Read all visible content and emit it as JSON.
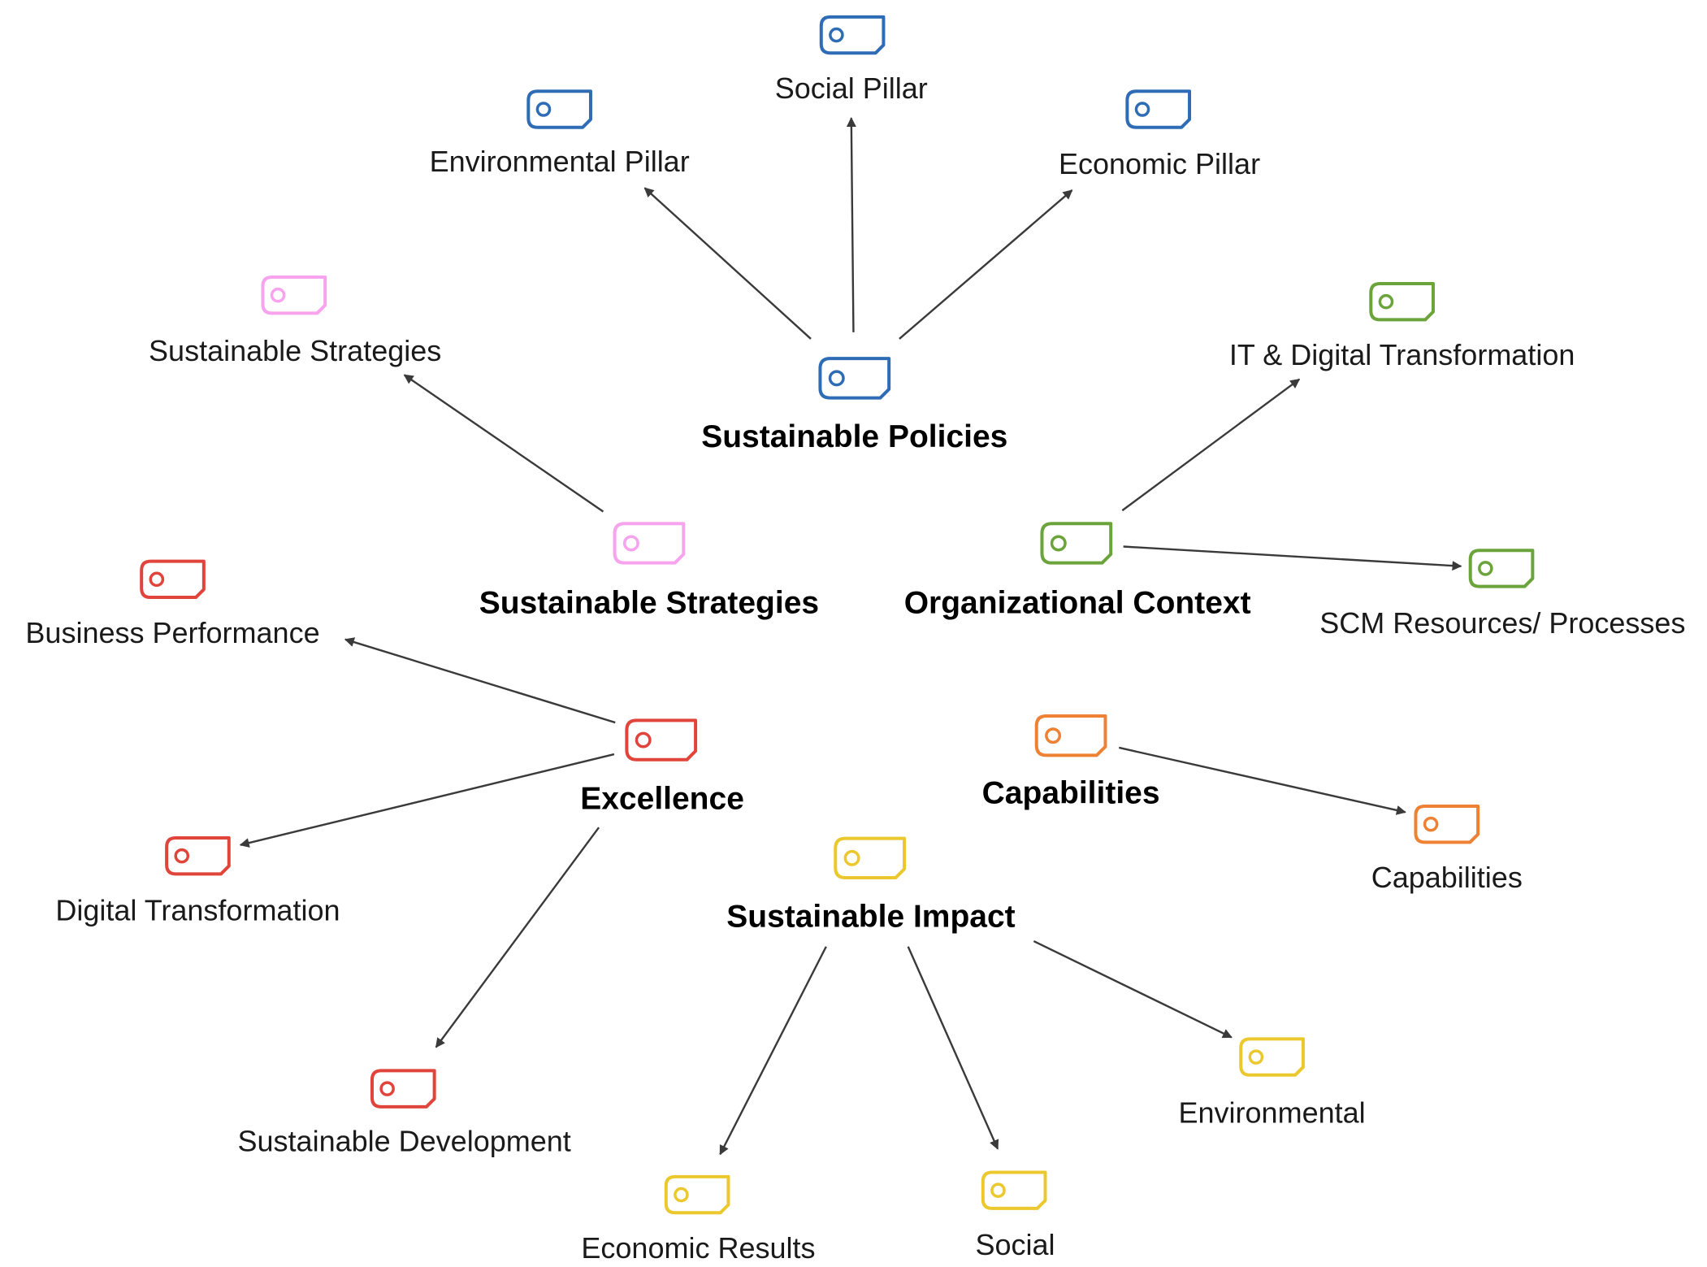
{
  "colors": {
    "blue": "#2e6db5",
    "pink": "#f7a3ee",
    "green": "#6aa43a",
    "red": "#e0443a",
    "orange": "#ee8133",
    "yellow": "#ebc82d",
    "arrow": "#3a3a3a"
  },
  "groups": [
    {
      "id": "policies",
      "color": "blue",
      "hub": {
        "label": "Sustainable Policies",
        "icon": "tag-icon"
      },
      "children": [
        {
          "label": "Environmental Pillar",
          "icon": "tag-icon"
        },
        {
          "label": "Social Pillar",
          "icon": "tag-icon"
        },
        {
          "label": "Economic Pillar",
          "icon": "tag-icon"
        }
      ]
    },
    {
      "id": "strategies",
      "color": "pink",
      "hub": {
        "label": "Sustainable Strategies",
        "icon": "tag-icon"
      },
      "children": [
        {
          "label": "Sustainable Strategies",
          "icon": "tag-icon"
        }
      ]
    },
    {
      "id": "context",
      "color": "green",
      "hub": {
        "label": "Organizational Context",
        "icon": "tag-icon"
      },
      "children": [
        {
          "label": "IT & Digital Transformation",
          "icon": "tag-icon"
        },
        {
          "label": "SCM Resources/ Processes",
          "icon": "tag-icon"
        }
      ]
    },
    {
      "id": "excellence",
      "color": "red",
      "hub": {
        "label": "Excellence",
        "icon": "tag-icon"
      },
      "children": [
        {
          "label": "Business Performance",
          "icon": "tag-icon"
        },
        {
          "label": "Digital Transformation",
          "icon": "tag-icon"
        },
        {
          "label": "Sustainable Development",
          "icon": "tag-icon"
        }
      ]
    },
    {
      "id": "capabilities",
      "color": "orange",
      "hub": {
        "label": "Capabilities",
        "icon": "tag-icon"
      },
      "children": [
        {
          "label": "Capabilities",
          "icon": "tag-icon"
        }
      ]
    },
    {
      "id": "impact",
      "color": "yellow",
      "hub": {
        "label": "Sustainable Impact",
        "icon": "tag-icon"
      },
      "children": [
        {
          "label": "Environmental",
          "icon": "tag-icon"
        },
        {
          "label": "Social",
          "icon": "tag-icon"
        },
        {
          "label": "Economic Results",
          "icon": "tag-icon"
        }
      ]
    }
  ]
}
